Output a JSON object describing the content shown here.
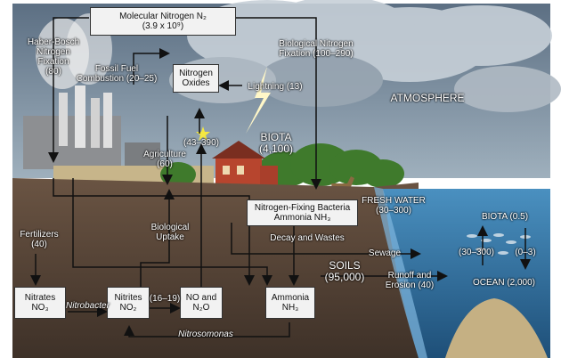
{
  "boxes": {
    "molecular_nitrogen": {
      "line1": "Molecular Nitrogen N₂",
      "line2": "(3.9 x 10⁹)"
    },
    "nitrogen_oxides": {
      "line1": "Nitrogen",
      "line2": "Oxides"
    },
    "bacteria": {
      "line1": "Nitrogen-Fixing Bacteria",
      "line2": "Ammonia NH₃"
    },
    "nitrates": {
      "line1": "Nitrates",
      "line2": "NO₃"
    },
    "nitrites": {
      "line1": "Nitrites",
      "line2": "NO₂"
    },
    "no_n2o": {
      "line1": "NO and",
      "line2": "N₂O"
    },
    "ammonia": {
      "line1": "Ammonia",
      "line2": "NH₃"
    }
  },
  "labels": {
    "haber": [
      "Haber-Bosch",
      "Nitrogen",
      "Fixation",
      "(80)"
    ],
    "fossil": [
      "Fossil Fuel",
      "Combustion (20–25)"
    ],
    "bio_fix": [
      "Biological Nitrogen",
      "Fixation (100–290)"
    ],
    "lightning": "Lightning (13)",
    "atmosphere": "ATMOSPHERE",
    "biota": [
      "BIOTA",
      "(4,100)"
    ],
    "emission": "(43–390)",
    "agriculture": [
      "Agriculture",
      "(60)"
    ],
    "fresh_water": [
      "FRESH WATER",
      "(30–300)"
    ],
    "fertilizers": [
      "Fertilizers",
      "(40)"
    ],
    "bio_uptake": [
      "Biological",
      "Uptake"
    ],
    "decay": "Decay and Wastes",
    "sewage": "Sewage",
    "soils": [
      "SOILS",
      "(95,000)"
    ],
    "runoff": [
      "Runoff and",
      "Erosion (40)"
    ],
    "ocean_biota": "BIOTA (0.5)",
    "ocean_left": "(30–300)",
    "ocean_right": "(0–3)",
    "ocean": "OCEAN (2,000)",
    "nitrobacter": "Nitrobacter",
    "nitrites_no": "(16–19)",
    "nitrosomonas": "Nitrosomonas"
  },
  "colors": {
    "sky": "#7d8ea0",
    "cloud": "#c9d1d8",
    "soil": "#5b4a3d",
    "water": "#2f6f9e",
    "arrow": "#1a1a1a"
  }
}
